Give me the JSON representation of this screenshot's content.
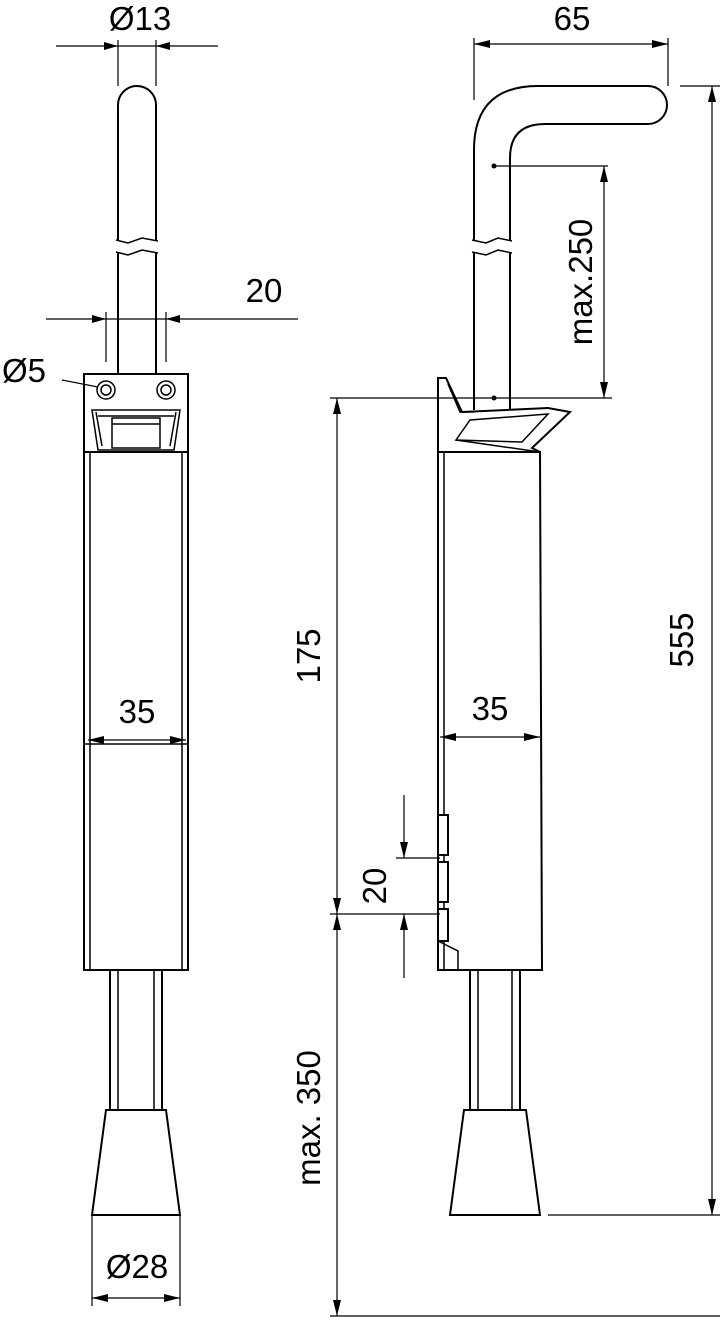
{
  "dimensions": {
    "rod_diameter": "Ø13",
    "arm_length": "65",
    "hole_spacing": "20",
    "hole_diameter": "Ø5",
    "lever_height": "max.250",
    "body_height": "175",
    "overall_height": "555",
    "body_width_front": "35",
    "body_width_side": "35",
    "plate_spacing": "20",
    "extension": "max. 350",
    "foot_diameter": "Ø28"
  }
}
